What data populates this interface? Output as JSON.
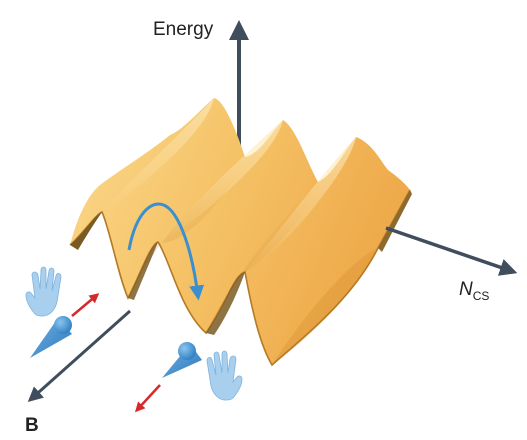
{
  "axes": {
    "energy_label": "Energy",
    "ncs_label_main": "N",
    "ncs_label_sub": "CS",
    "b_label": "B"
  },
  "icons": {
    "left_hand": "hand-icon",
    "right_hand": "hand-icon",
    "left_particle": "particle-icon",
    "right_particle": "particle-icon",
    "transition_arrow": "curved-arrow-icon"
  },
  "colors": {
    "axis": "#3f4d5c",
    "surface_light": "#fbd98d",
    "surface_mid": "#f5bf5e",
    "surface_dark": "#d8902e",
    "surface_edge": "#b57a25",
    "wall": "#8a6a2e",
    "transition_arrow": "#3a8fd0",
    "spin_arrow": "#d62a2a",
    "hand": "#a9cfef",
    "particle": "#3f8fcf"
  }
}
